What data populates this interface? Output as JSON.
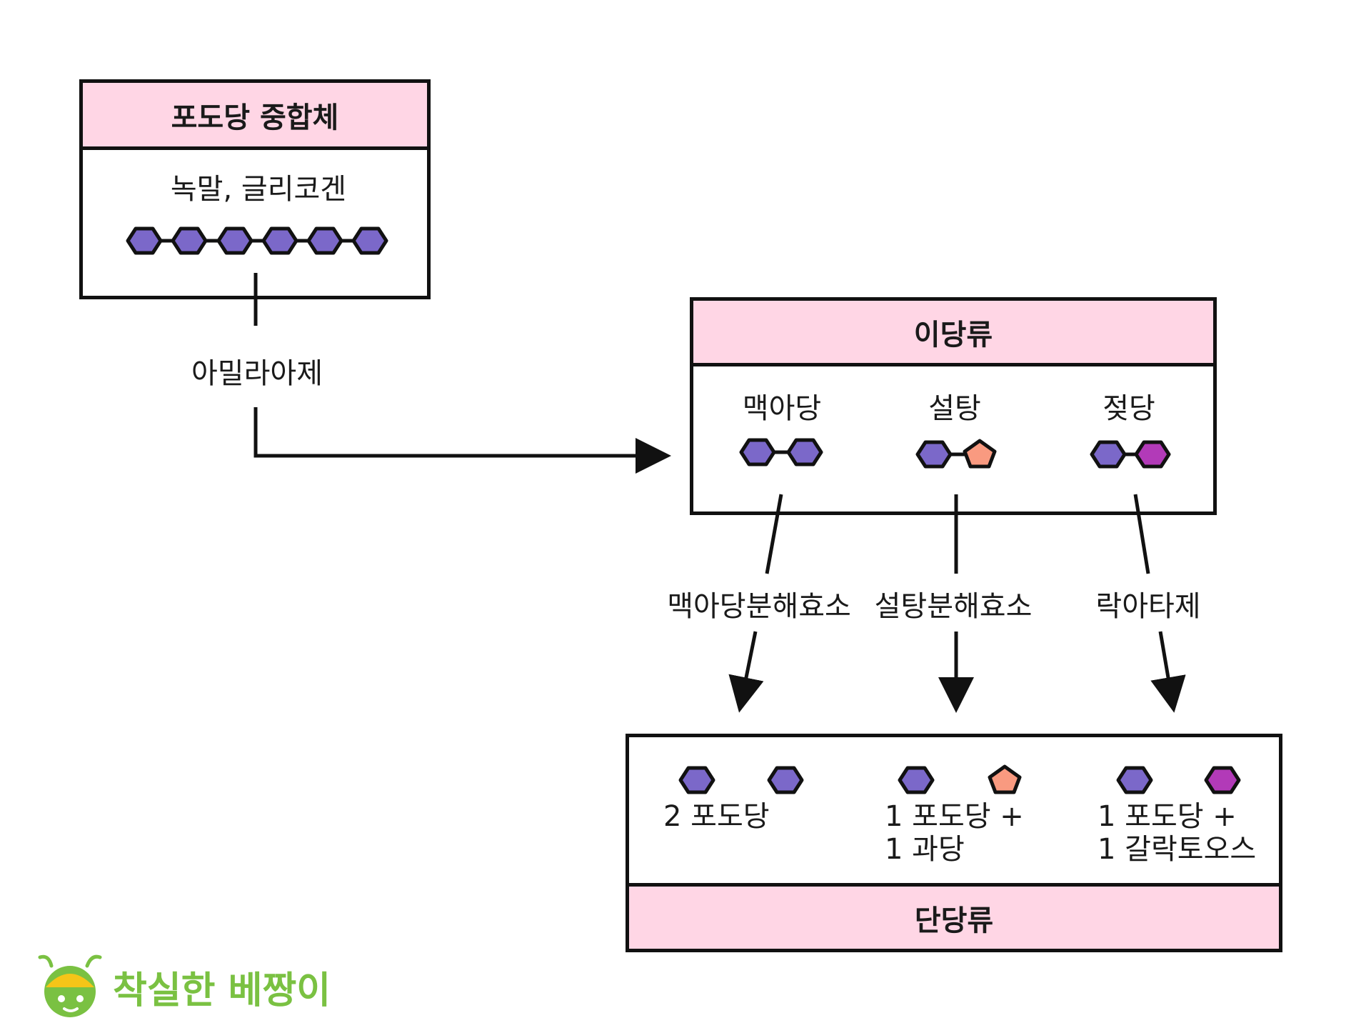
{
  "colors": {
    "header_fill": "#ffd6e5",
    "glucose": "#7b68c9",
    "fructose": "#f99a80",
    "galactose": "#b23ab8",
    "brand_green": "#7ac142",
    "brand_yellow": "#f5c518"
  },
  "polymer": {
    "title": "포도당 중합체",
    "examples": "녹말, 글리코겐"
  },
  "amylase_label": "아밀라아제",
  "disaccharides": {
    "title": "이당류",
    "items": [
      {
        "name": "맥아당",
        "units": [
          "glucose",
          "glucose"
        ]
      },
      {
        "name": "설탕",
        "units": [
          "glucose",
          "fructose"
        ]
      },
      {
        "name": "젖당",
        "units": [
          "glucose",
          "galactose"
        ]
      }
    ]
  },
  "enzymes": [
    "맥아당분해효소",
    "설탕분해효소",
    "락아타제"
  ],
  "monosaccharides": {
    "title": "단당류",
    "products": [
      {
        "line1": "2 포도당",
        "line2": ""
      },
      {
        "line1": "1 포도당 +",
        "line2": "1 과당"
      },
      {
        "line1": "1 포도당 +",
        "line2": "1 갈락토오스"
      }
    ]
  },
  "brand": {
    "name": "착실한 베짱이",
    "logo_icon": "bee-mascot-icon"
  }
}
